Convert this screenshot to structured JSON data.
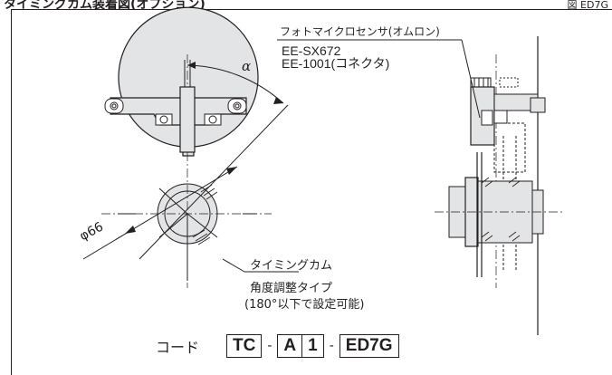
{
  "header": {
    "title": "タイミングカム装着図(オプション)",
    "figure_ref": "図 ED7G"
  },
  "labels": {
    "sensor_name": "フォトマイクロセンサ(オムロン)",
    "sensor_model_1": "EE-SX672",
    "sensor_model_2": "EE-1001(コネクタ)",
    "angle_symbol": "α",
    "diameter": "φ66",
    "cam_name": "タイミングカム",
    "cam_type": "角度調整タイプ",
    "cam_range": "(180°以下で設定可能)"
  },
  "code": {
    "label": "コード",
    "parts": [
      "TC",
      "A",
      "1",
      "ED7G"
    ],
    "separator": "-"
  }
}
